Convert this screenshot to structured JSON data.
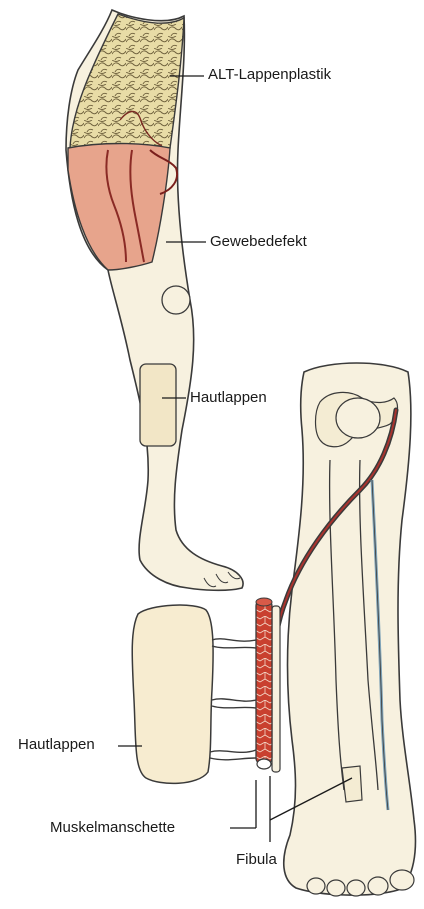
{
  "labels": {
    "alt_flap": "ALT-Lappenplastik",
    "tissue_defect": "Gewebedefekt",
    "skin_flap_thigh": "Hautlappen",
    "skin_flap_paddle": "Hautlappen",
    "muscle_cuff": "Muskelmanschette",
    "fibula": "Fibula"
  },
  "colors": {
    "skin_fill": "#f7f1df",
    "outline": "#3a3a3a",
    "defect_fill": "#e7a48c",
    "vessel_red": "#a8332e",
    "fibula_red": "#cf4a3a",
    "mesh_fill": "#e3d8a2",
    "pedicle_blue": "#7fa3b8"
  }
}
